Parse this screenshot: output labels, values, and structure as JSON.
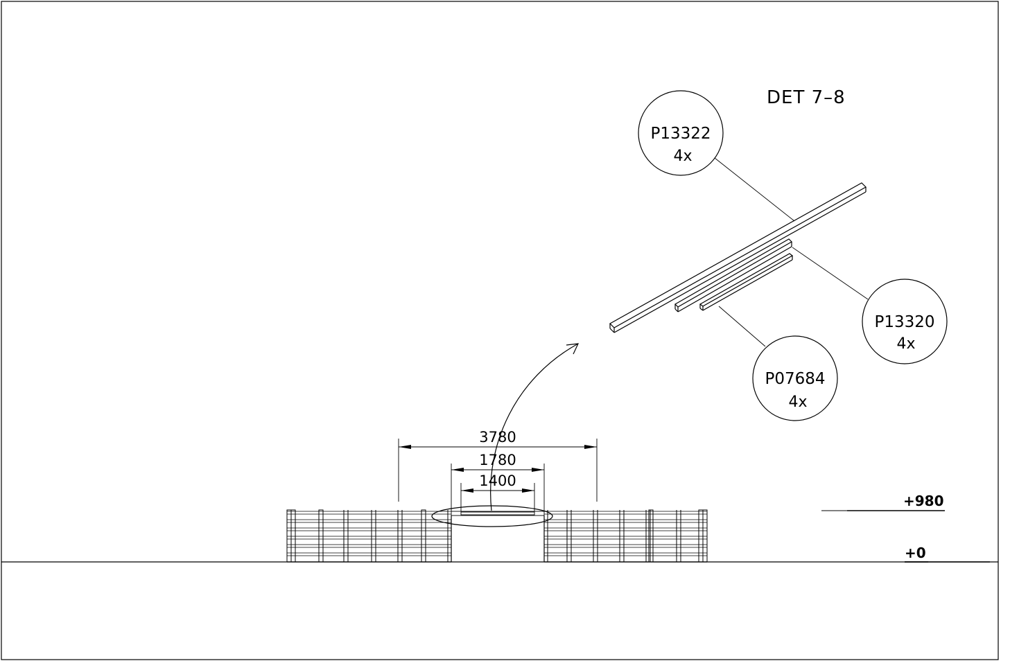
{
  "detail": {
    "title": "DET 7–8"
  },
  "balloons": [
    {
      "part": "P13322",
      "qty": "4x"
    },
    {
      "part": "P13320",
      "qty": "4x"
    },
    {
      "part": "P07684",
      "qty": "4x"
    }
  ],
  "dimensions": {
    "overall": "3780",
    "opening": "1780",
    "beam": "1400"
  },
  "levels": {
    "top": "+980",
    "ground": "+0"
  }
}
